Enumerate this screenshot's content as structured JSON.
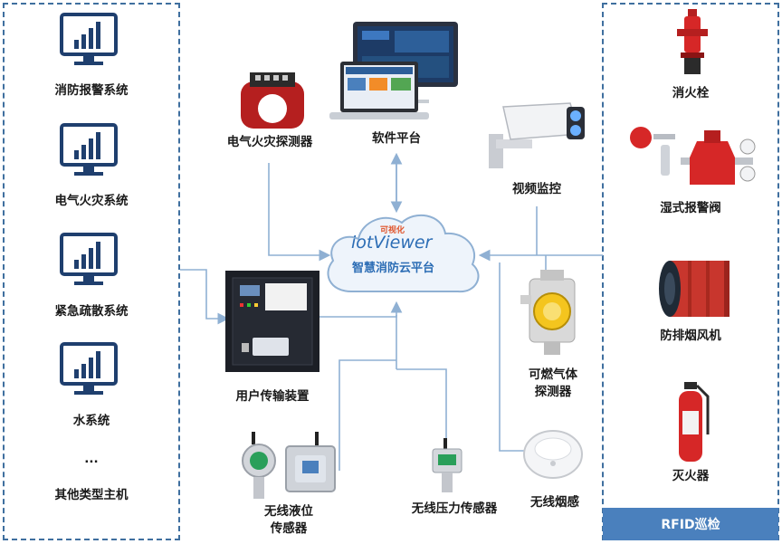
{
  "left_panel": {
    "systems": [
      {
        "label": "消防报警系统"
      },
      {
        "label": "电气火灾系统"
      },
      {
        "label": "紧急疏散系统"
      },
      {
        "label": "水系统"
      }
    ],
    "ellipsis": "...",
    "other": "其他类型主机"
  },
  "center": {
    "cloud_logo_top": "可视化",
    "cloud_logo": "iotViewer",
    "cloud_title": "智慧消防云平台",
    "software_platform": "软件平台",
    "electrical_fire_detector": "电气火灾探测器",
    "user_transmission_device": "用户传输装置",
    "wireless_level_sensor_line1": "无线液位",
    "wireless_level_sensor_line2": "传感器",
    "wireless_pressure_sensor": "无线压力传感器",
    "video_monitor": "视频监控",
    "gas_detector_line1": "可燃气体",
    "gas_detector_line2": "探测器",
    "wireless_smoke": "无线烟感"
  },
  "right_panel": {
    "items": [
      {
        "label": "消火栓"
      },
      {
        "label": "湿式报警阀"
      },
      {
        "label": "防排烟风机"
      },
      {
        "label": "灭火器"
      }
    ],
    "footer": "RFID巡检"
  },
  "colors": {
    "panel_border": "#3f6f9f",
    "icon_navy": "#1f3f6e",
    "connector": "#8fb0d3",
    "rfid_bar": "#4a80bd"
  }
}
